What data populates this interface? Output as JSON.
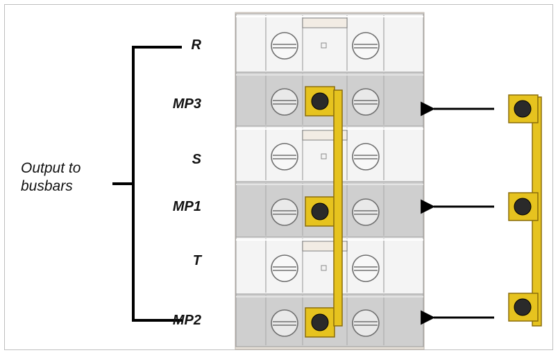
{
  "terminal_labels": [
    "R",
    "MP3",
    "S",
    "MP1",
    "T",
    "MP2"
  ],
  "output_label_line1": "Output to",
  "output_label_line2": "busbars",
  "colors": {
    "row_light": "#f4f4f4",
    "row_dark": "#cfcfcf",
    "busbar": "#e6c31f",
    "busbar_edge": "#8a6d0a",
    "screw_dark": "#2a2a2a",
    "line": "#000000",
    "frame": "#bfbfbf"
  },
  "icons": [
    "terminal-screw-icon",
    "link-screw-icon",
    "arrow-left-icon"
  ]
}
